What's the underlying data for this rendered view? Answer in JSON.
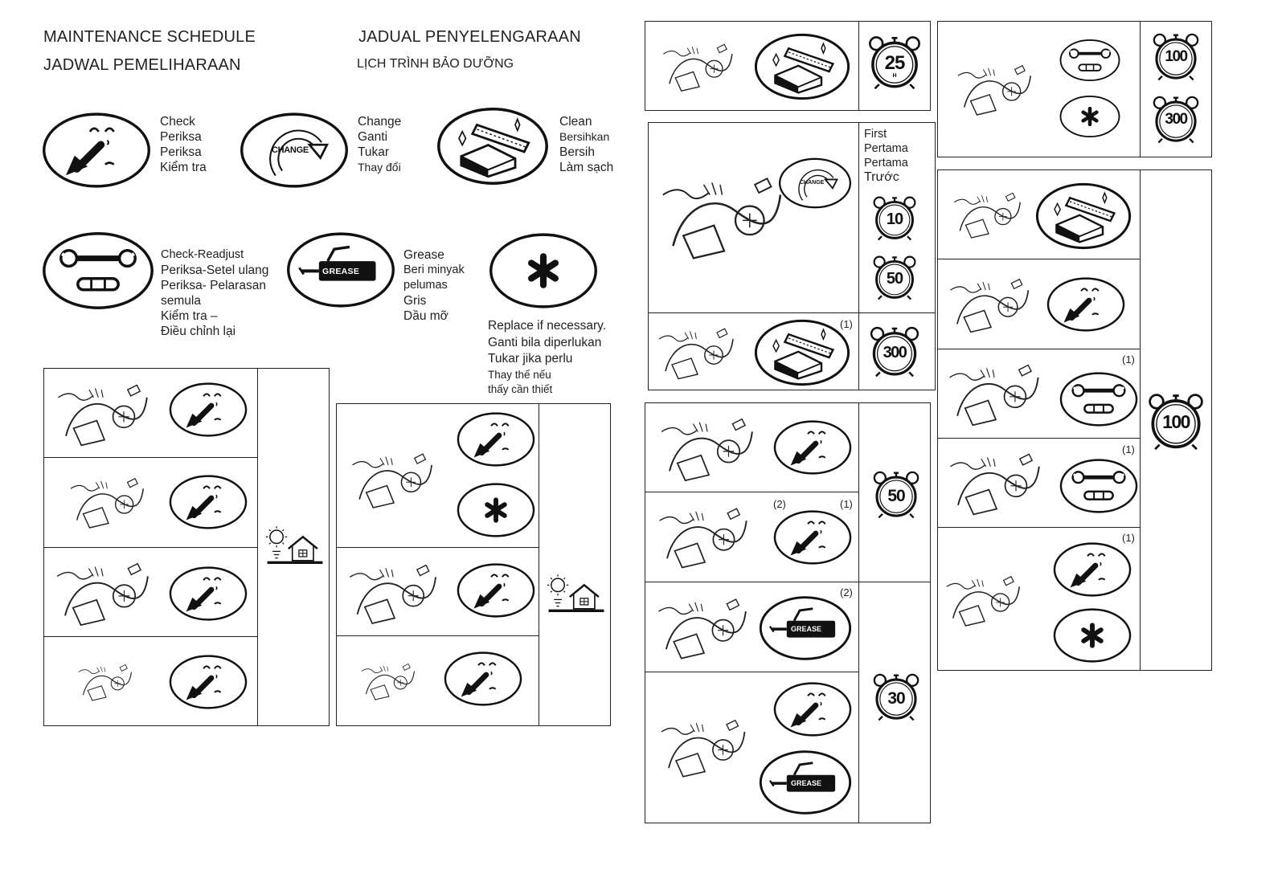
{
  "header": {
    "title_en": "MAINTENANCE SCHEDULE",
    "title_ms": "JADUAL PENYELENGARAAN",
    "title_id": "JADWAL PEMELIHARAAN",
    "title_vi": "LỊCH TRÌNH BẢO DƯỠNG"
  },
  "legend": {
    "check": [
      "Check",
      "Periksa",
      "Periksa",
      "Kiểm tra"
    ],
    "change": [
      "Change",
      "Ganti",
      "Tukar",
      "Thay đổi"
    ],
    "change_icon_text": "CHANGE",
    "clean": [
      "Clean",
      "Bersihkan",
      "Bersih",
      "Làm sạch"
    ],
    "readjust": [
      "Check-Readjust",
      "Periksa-Setel ulang",
      "Periksa- Pelarasan",
      "semula",
      "Kiểm tra –",
      "Điều chỉnh lại"
    ],
    "grease": [
      "Grease",
      "Beri minyak",
      "pelumas",
      "Gris",
      "Dầu mỡ"
    ],
    "grease_icon_text": "GREASE",
    "replace": [
      "Replace if necessary.",
      "Ganti bila diperlukan",
      "Tukar jika perlu",
      "Thay thế nếu",
      "thấy cần thiết"
    ]
  },
  "first_use": [
    "First",
    "Pertama",
    "Pertama",
    "Trước"
  ],
  "timers": {
    "t25": "25",
    "t10": "10",
    "t50": "50",
    "t300": "300",
    "t30": "30",
    "t100": "100",
    "unit": "H"
  },
  "notes": {
    "n1": "(1)",
    "n2": "(2)"
  },
  "icons": {
    "check": "check-face-icon",
    "change": "change-arrow-icon",
    "clean": "clean-brush-sponge-icon",
    "readjust": "wrench-readjust-icon",
    "grease": "grease-gun-icon",
    "replace": "asterisk-replace-icon",
    "daily": "sun-house-daily-icon",
    "timer": "alarm-clock-hours-icon"
  }
}
